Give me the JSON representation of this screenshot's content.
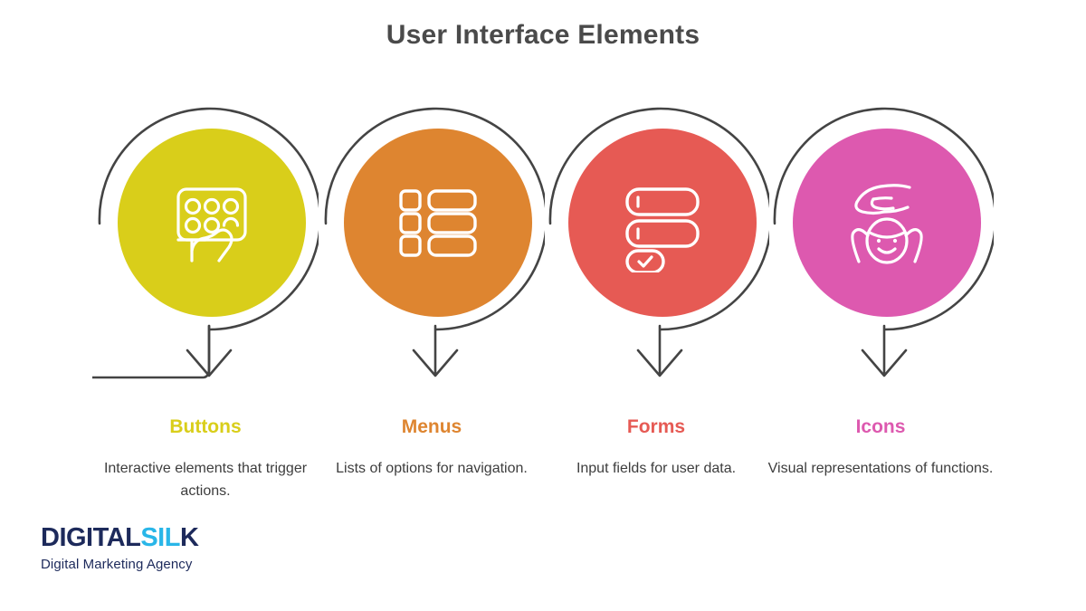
{
  "header": {
    "title": "User Interface Elements",
    "title_color": "#4a4a4a"
  },
  "theme": {
    "background": "#ffffff",
    "arc_color": "#444444",
    "text_color": "#3d3d3d"
  },
  "steps": [
    {
      "label": "Buttons",
      "description": "Interactive elements that trigger actions.",
      "color": "#D9CE1A",
      "icon": "button-panel-hand-icon"
    },
    {
      "label": "Menus",
      "description": "Lists of options for navigation.",
      "color": "#DE8530",
      "icon": "list-menu-icon"
    },
    {
      "label": "Forms",
      "description": "Input fields for user data.",
      "color": "#E65A54",
      "icon": "form-fields-submit-icon"
    },
    {
      "label": "Icons",
      "description": "Visual representations of functions.",
      "color": "#DD59AF",
      "icon": "hand-over-face-icon"
    }
  ],
  "logo": {
    "word_part1": "DIGITAL",
    "word_part2": "SIL",
    "word_part3": "K",
    "tagline": "Digital Marketing Agency",
    "color_dark": "#1d2a5b",
    "color_cyan": "#29b6e8"
  }
}
